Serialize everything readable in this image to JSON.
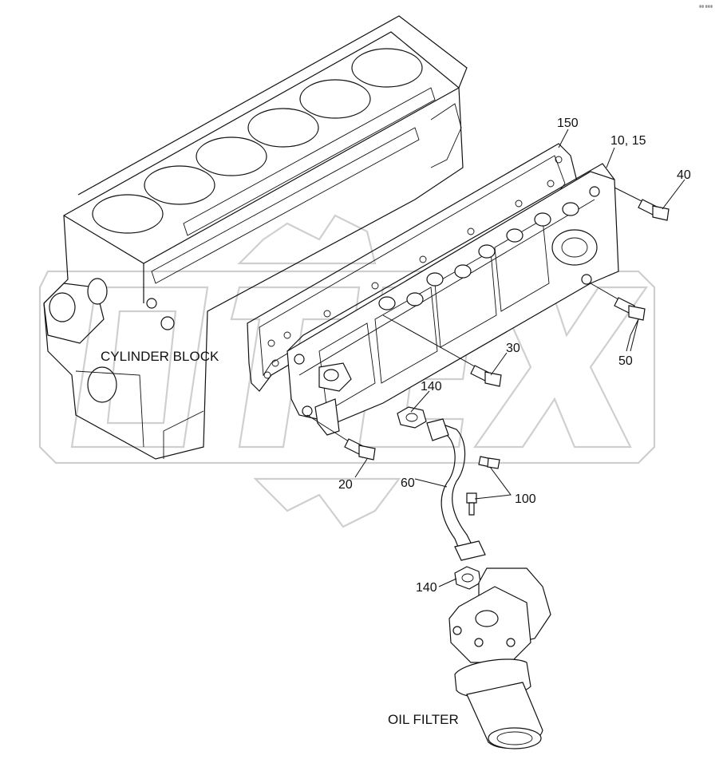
{
  "labels": {
    "cylinder_block": "CYLINDER BLOCK",
    "oil_filter": "OIL FILTER"
  },
  "callouts": {
    "c150": "150",
    "c10_15": "10, 15",
    "c40": "40",
    "c30": "30",
    "c50": "50",
    "c140_top": "140",
    "c20": "20",
    "c60": "60",
    "c100": "100",
    "c140_bottom": "140"
  },
  "corner_mark": "⬮⬮ ⬮⬮⬮",
  "watermark": {
    "color": "#cfcfcf"
  }
}
